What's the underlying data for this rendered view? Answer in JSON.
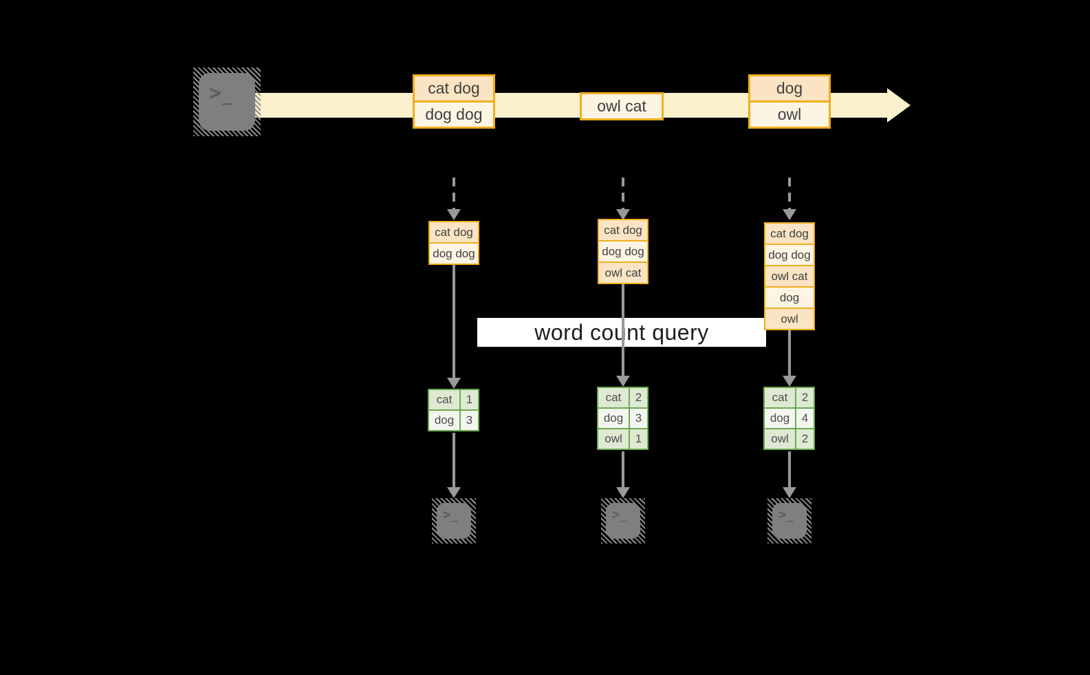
{
  "colors": {
    "background": "#000000",
    "stream_band": "#FBF1CE",
    "message_border": "#F0AE1C",
    "message_fill_dark": "#FAE4C3",
    "message_fill_light": "#FDF4E4",
    "table_border": "#6DA951",
    "table_fill_dark": "#DEE9D2",
    "table_fill_light": "#F2F6EE",
    "arrow_gray": "#999999",
    "terminal_gray": "#7F7F7F",
    "banner_background": "#FFFFFF",
    "text": "#3F3F3F"
  },
  "terminal": {
    "chevron": ">",
    "cursor": "_"
  },
  "stream_events": [
    {
      "lines": [
        "cat dog",
        "dog dog"
      ]
    },
    {
      "lines": [
        "owl cat"
      ]
    },
    {
      "lines": [
        "dog",
        "owl"
      ]
    }
  ],
  "banner": {
    "label": "word count query"
  },
  "columns": [
    {
      "buffer": [
        "cat dog",
        "dog dog"
      ],
      "counts": [
        {
          "word": "cat",
          "value": "1"
        },
        {
          "word": "dog",
          "value": "3"
        }
      ]
    },
    {
      "buffer": [
        "cat dog",
        "dog dog",
        "owl cat"
      ],
      "counts": [
        {
          "word": "cat",
          "value": "2"
        },
        {
          "word": "dog",
          "value": "3"
        },
        {
          "word": "owl",
          "value": "1"
        }
      ]
    },
    {
      "buffer": [
        "cat dog",
        "dog dog",
        "owl cat",
        "dog",
        "owl"
      ],
      "counts": [
        {
          "word": "cat",
          "value": "2"
        },
        {
          "word": "dog",
          "value": "4"
        },
        {
          "word": "owl",
          "value": "2"
        }
      ]
    }
  ]
}
